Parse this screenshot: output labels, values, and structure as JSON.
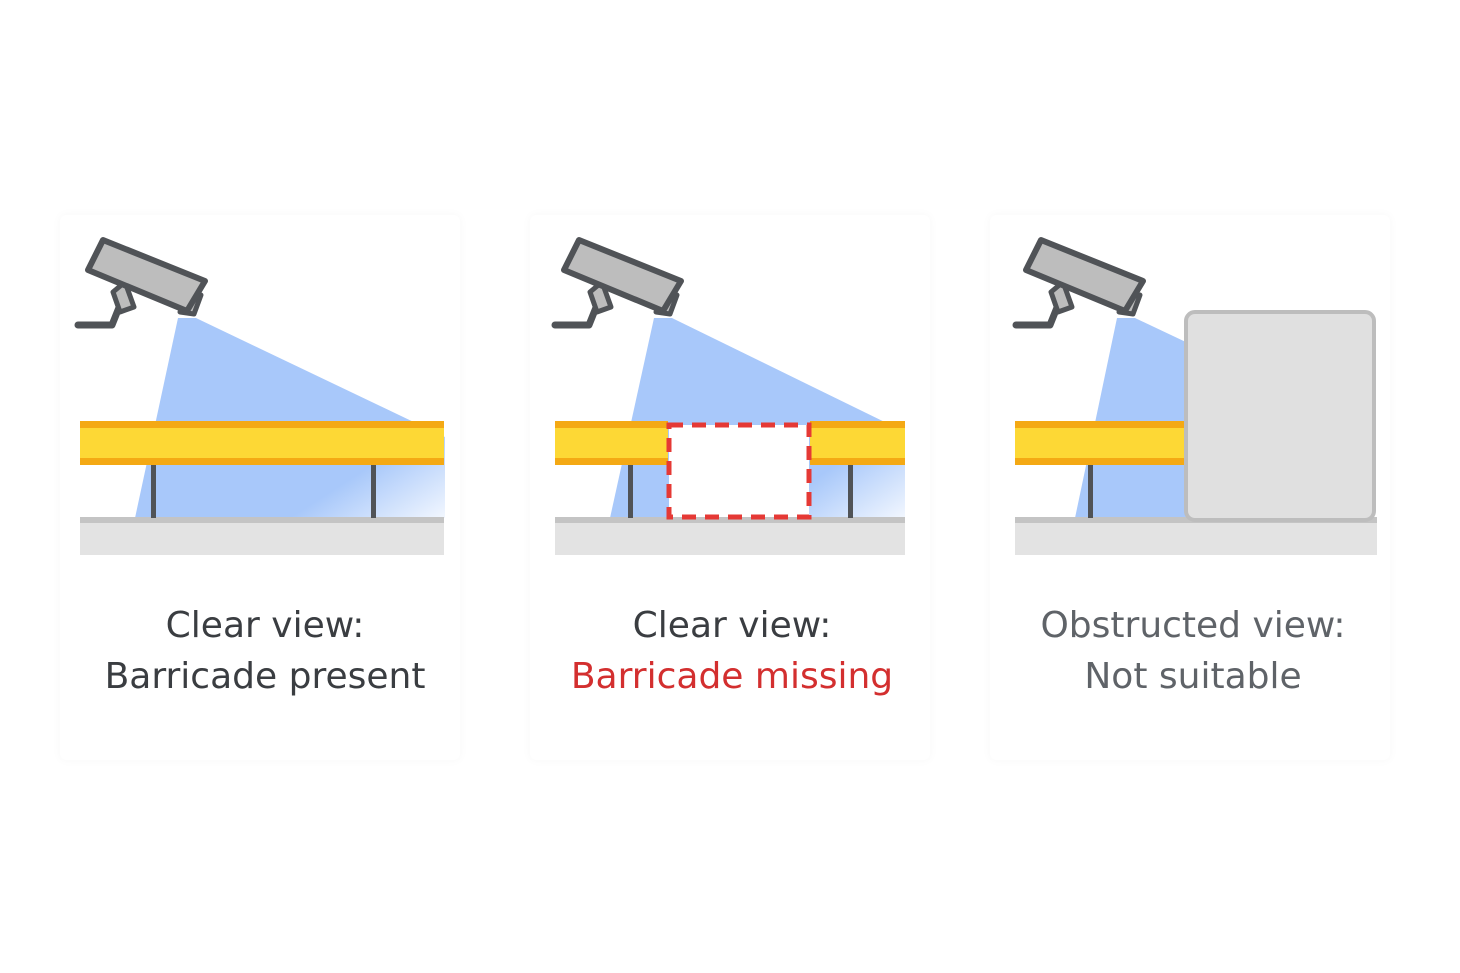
{
  "colors": {
    "beam_fill": "#fdd835",
    "beam_edge": "#f4a914",
    "view_cone": "#a8c8fa",
    "camera_body": "#bdbdbd",
    "camera_outline": "#505357",
    "ground_fill": "#e3e3e3",
    "ground_edge": "#c4c4c4",
    "obstruction_fill": "#e0e0e0",
    "missing_dash": "#e53935",
    "text_dark": "#3a3d41",
    "text_red": "#d32f2f",
    "text_gray": "#5f6368"
  },
  "icons": [
    "camera-icon",
    "camera-icon",
    "camera-icon"
  ],
  "panels": [
    {
      "scenario": "clear-present",
      "title": "Clear view:",
      "subtitle": "Barricade present",
      "subtitle_color": "#3a3d41"
    },
    {
      "scenario": "clear-missing",
      "title": "Clear view:",
      "subtitle": "Barricade missing",
      "subtitle_color": "#d32f2f"
    },
    {
      "scenario": "obstructed",
      "title": "Obstructed view:",
      "subtitle": "Not suitable",
      "subtitle_color": "#5f6368"
    }
  ]
}
